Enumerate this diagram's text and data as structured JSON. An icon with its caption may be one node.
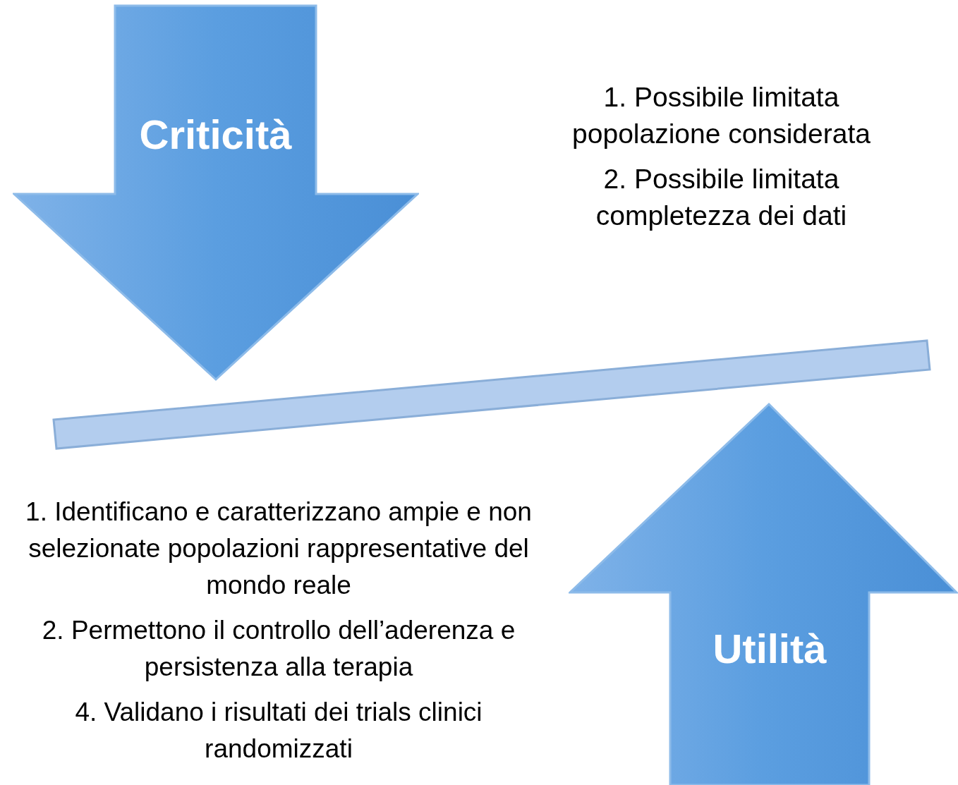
{
  "diagram": {
    "nodes": [
      {
        "text": [
          "Criticità"
        ]
      },
      {
        "text": [
          "Utilità"
        ]
      },
      {
        "text": [],
        "shape": "bar"
      }
    ],
    "labels": [
      "1. Possibile limitata popolazione considerata",
      "2. Possibile limitata completezza dei dati",
      "1. Identificano e caratterizzano ampie e non selezionate popolazioni rappresentative del mondo reale",
      "2. Permettono il controllo dell’aderenza e persistenza alla terapia",
      "4. Validano i risultati dei trials clinici randomizzati"
    ]
  }
}
